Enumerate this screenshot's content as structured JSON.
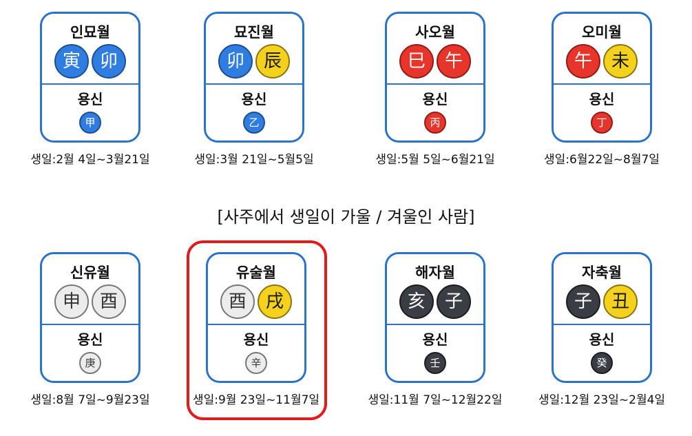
{
  "heading": "[사주에서 생일이 가울 / 겨울인 사람]",
  "yongsin_label": "용신",
  "colors": {
    "card_border": "#2a73c9",
    "highlight_border": "#e01b1b",
    "wood": "#2f7de0",
    "fire": "#e8352b",
    "earth": "#f4d11c",
    "metal": "#ececec",
    "water": "#3a3d44"
  },
  "cards": [
    {
      "title": "인묘월",
      "branches": [
        {
          "char": "寅",
          "element": "wood"
        },
        {
          "char": "卯",
          "element": "wood"
        }
      ],
      "yongsin": {
        "char": "甲",
        "element": "wood"
      },
      "birth": "생일:2월 4일~3월21일",
      "highlighted": false
    },
    {
      "title": "묘진월",
      "branches": [
        {
          "char": "卯",
          "element": "wood"
        },
        {
          "char": "辰",
          "element": "earth"
        }
      ],
      "yongsin": {
        "char": "乙",
        "element": "wood"
      },
      "birth": "생일:3월 21일~5월5일",
      "highlighted": false
    },
    {
      "title": "사오월",
      "branches": [
        {
          "char": "巳",
          "element": "fire"
        },
        {
          "char": "午",
          "element": "fire"
        }
      ],
      "yongsin": {
        "char": "丙",
        "element": "fire"
      },
      "birth": "생일:5월 5일~6월21일",
      "highlighted": false
    },
    {
      "title": "오미월",
      "branches": [
        {
          "char": "午",
          "element": "fire"
        },
        {
          "char": "未",
          "element": "earth"
        }
      ],
      "yongsin": {
        "char": "丁",
        "element": "fire"
      },
      "birth": "생일:6월22일~8월7일",
      "highlighted": false
    },
    {
      "title": "신유월",
      "branches": [
        {
          "char": "申",
          "element": "metal"
        },
        {
          "char": "酉",
          "element": "metal"
        }
      ],
      "yongsin": {
        "char": "庚",
        "element": "metal"
      },
      "birth": "생일:8월 7일~9월23일",
      "highlighted": false
    },
    {
      "title": "유술월",
      "branches": [
        {
          "char": "酉",
          "element": "metal"
        },
        {
          "char": "戌",
          "element": "earth"
        }
      ],
      "yongsin": {
        "char": "辛",
        "element": "metal"
      },
      "birth": "생일:9월 23일~11월7일",
      "highlighted": true
    },
    {
      "title": "해자월",
      "branches": [
        {
          "char": "亥",
          "element": "water"
        },
        {
          "char": "子",
          "element": "water"
        }
      ],
      "yongsin": {
        "char": "壬",
        "element": "water"
      },
      "birth": "생일:11월 7일~12월22일",
      "highlighted": false
    },
    {
      "title": "자축월",
      "branches": [
        {
          "char": "子",
          "element": "water"
        },
        {
          "char": "丑",
          "element": "earth"
        }
      ],
      "yongsin": {
        "char": "癸",
        "element": "water"
      },
      "birth": "생일:12월 23일~2월4일",
      "highlighted": false
    }
  ]
}
